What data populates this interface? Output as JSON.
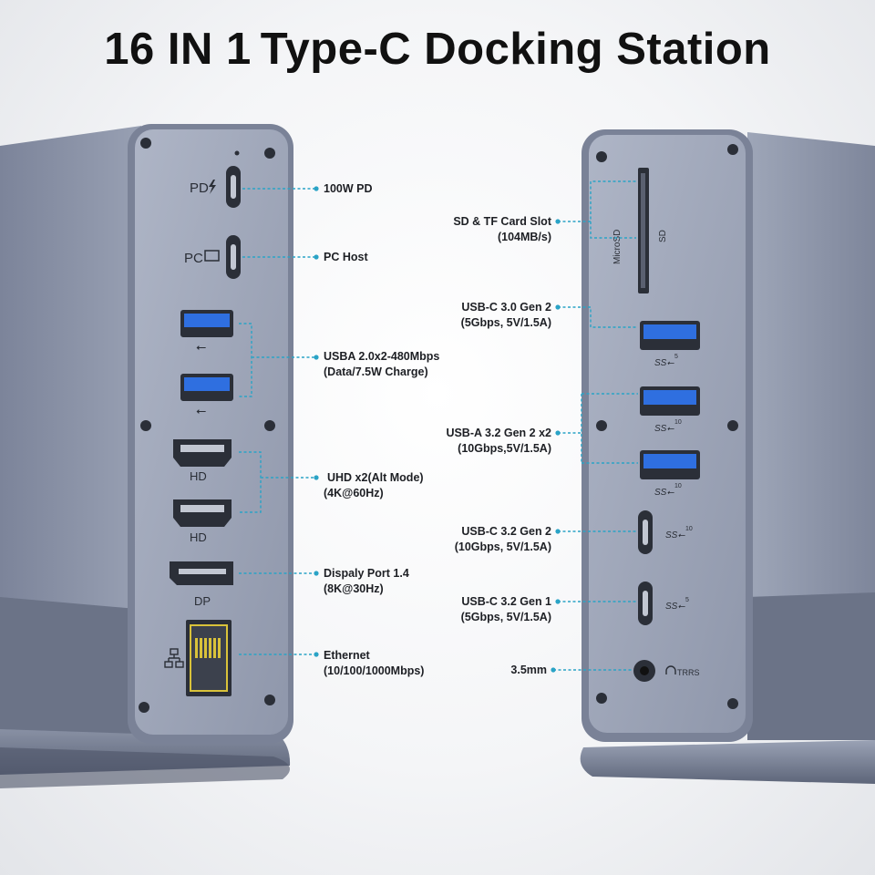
{
  "title": {
    "highlight": "16 IN 1",
    "rest": "Type-C Docking Station"
  },
  "left_panel": {
    "port_labels": {
      "pd": "PD",
      "pc": "PC",
      "hd1": "HD",
      "hd2": "HD",
      "dp": "DP"
    },
    "callouts": [
      {
        "id": "pd",
        "line1": "100W PD",
        "line2": ""
      },
      {
        "id": "pc",
        "line1": "PC Host",
        "line2": ""
      },
      {
        "id": "usba",
        "line1": "USBA 2.0x2-480Mbps",
        "line2": "(Data/7.5W Charge)"
      },
      {
        "id": "uhd",
        "line1": "UHD x2(Alt Mode)",
        "line2": "(4K@60Hz)"
      },
      {
        "id": "dp",
        "line1": "Dispaly Port 1.4",
        "line2": "(8K@30Hz)"
      },
      {
        "id": "eth",
        "line1": "Ethernet",
        "line2": "(10/100/1000Mbps)"
      }
    ]
  },
  "right_panel": {
    "port_labels": {
      "microsd": "MicroSD",
      "sd": "SD",
      "trrs": "TRRS",
      "ss5": "5",
      "ss10": "10"
    },
    "callouts": [
      {
        "id": "card",
        "line1": "SD & TF Card Slot",
        "line2": "(104MB/s)"
      },
      {
        "id": "usbc30",
        "line1": "USB-C 3.0 Gen 2",
        "line2": "(5Gbps, 5V/1.5A)"
      },
      {
        "id": "usba32",
        "line1": "USB-A 3.2 Gen 2 x2",
        "line2": "(10Gbps,5V/1.5A)"
      },
      {
        "id": "usbc32g2",
        "line1": "USB-C 3.2 Gen 2",
        "line2": "(10Gbps, 5V/1.5A)"
      },
      {
        "id": "usbc32g1",
        "line1": "USB-C 3.2 Gen 1",
        "line2": "(5Gbps, 5V/1.5A)"
      },
      {
        "id": "audio",
        "line1": "3.5mm",
        "line2": ""
      }
    ]
  },
  "colors": {
    "body": "#8a93a8",
    "panel": "#a0a8bb",
    "panel_dark": "#6f788c",
    "usb_blue": "#2f6fe0",
    "leader": "#2aa3c6",
    "ethernet_yellow": "#d9c23a"
  }
}
